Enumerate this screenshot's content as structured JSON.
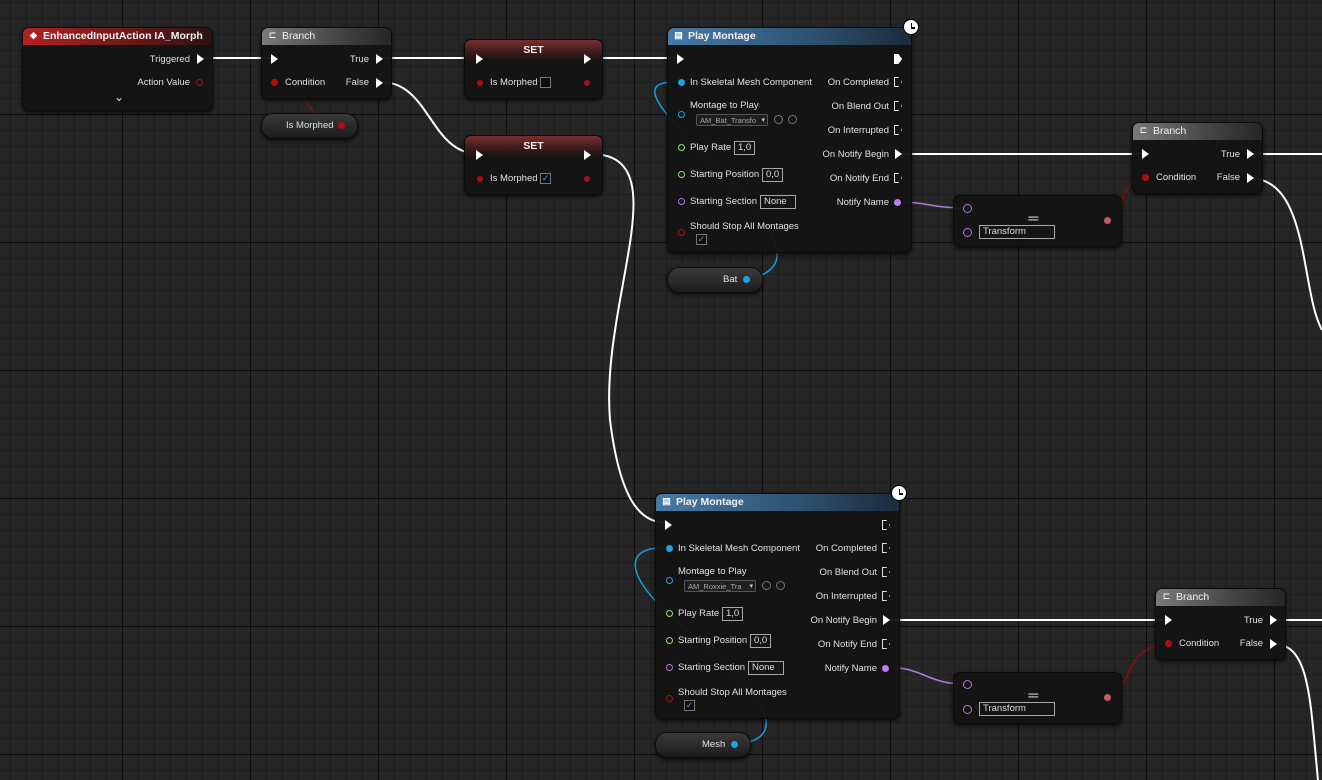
{
  "nodes": {
    "event": {
      "title": "EnhancedInputAction IA_Morph",
      "triggered": "Triggered",
      "action_value": "Action Value",
      "expand": "⌄"
    },
    "branch1": {
      "title": "Branch",
      "true": "True",
      "condition": "Condition",
      "false": "False"
    },
    "get_is_morphed": {
      "label": "Is Morphed"
    },
    "set1": {
      "title": "SET",
      "label": "Is Morphed",
      "checked": ""
    },
    "set2": {
      "title": "SET",
      "label": "Is Morphed",
      "checked": "✓"
    },
    "play_montage1": {
      "title": "Play Montage",
      "in_skeletal": "In Skeletal Mesh Component",
      "montage_to_play": "Montage to Play",
      "montage_value": "AM_Bat_Transfo",
      "play_rate": "Play Rate",
      "play_rate_value": "1,0",
      "starting_position": "Starting Position",
      "starting_position_value": "0,0",
      "starting_section": "Starting Section",
      "starting_section_value": "None",
      "should_stop": "Should Stop All Montages",
      "should_stop_checked": "✓",
      "on_completed": "On Completed",
      "on_blend_out": "On Blend Out",
      "on_interrupted": "On Interrupted",
      "on_notify_begin": "On Notify Begin",
      "on_notify_end": "On Notify End",
      "notify_name": "Notify Name"
    },
    "bat_var": {
      "label": "Bat"
    },
    "equal1": {
      "symbol": "==",
      "value": "Transform"
    },
    "branch2": {
      "title": "Branch",
      "true": "True",
      "condition": "Condition",
      "false": "False"
    },
    "play_montage2": {
      "title": "Play Montage",
      "in_skeletal": "In Skeletal Mesh Component",
      "montage_to_play": "Montage to Play",
      "montage_value": "AM_Roxxie_Tra",
      "play_rate": "Play Rate",
      "play_rate_value": "1,0",
      "starting_position": "Starting Position",
      "starting_position_value": "0,0",
      "starting_section": "Starting Section",
      "starting_section_value": "None",
      "should_stop": "Should Stop All Montages",
      "should_stop_checked": "✓",
      "on_completed": "On Completed",
      "on_blend_out": "On Blend Out",
      "on_interrupted": "On Interrupted",
      "on_notify_begin": "On Notify Begin",
      "on_notify_end": "On Notify End",
      "notify_name": "Notify Name"
    },
    "mesh_var": {
      "label": "Mesh"
    },
    "equal2": {
      "symbol": "==",
      "value": "Transform"
    },
    "branch3": {
      "title": "Branch",
      "true": "True",
      "condition": "Condition",
      "false": "False"
    }
  },
  "colors": {
    "exec_wire": "#ffffff",
    "bool_wire": "#8b0b0b",
    "object_wire": "#19a0e2",
    "name_wire": "#b07ad8"
  }
}
